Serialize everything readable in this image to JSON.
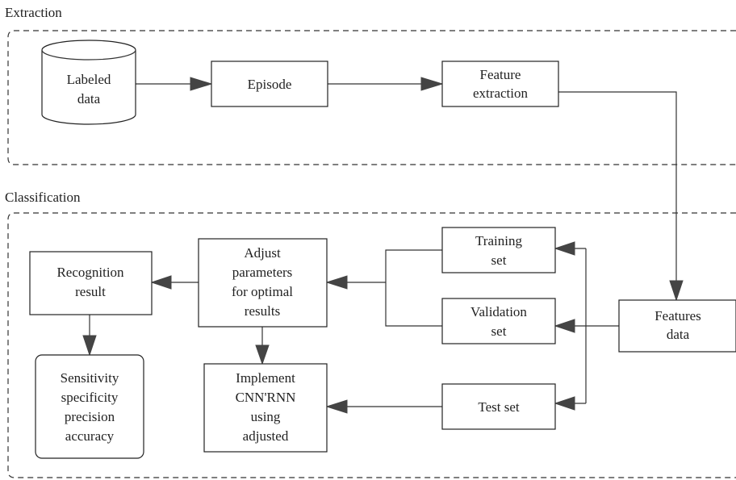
{
  "sections": {
    "extraction": "Extraction",
    "classification": "Classification"
  },
  "nodes": {
    "labeled_data": [
      "Labeled",
      "data"
    ],
    "episode": [
      "Episode"
    ],
    "feature_extraction": [
      "Feature",
      "extraction"
    ],
    "features_data": [
      "Features",
      "data"
    ],
    "training_set": [
      "Training",
      "set"
    ],
    "validation_set": [
      "Validation",
      "set"
    ],
    "test_set": [
      "Test set"
    ],
    "adjust_parameters": [
      "Adjust",
      "parameters",
      "for optimal",
      "results"
    ],
    "recognition_result": [
      "Recognition",
      "result"
    ],
    "implement_model": [
      "Implement",
      "CNN'RNN",
      "using",
      "adjusted"
    ],
    "metrics": [
      "Sensitivity",
      "specificity",
      "precision",
      "accuracy"
    ]
  },
  "edges": [
    [
      "labeled_data",
      "episode"
    ],
    [
      "episode",
      "feature_extraction"
    ],
    [
      "feature_extraction",
      "features_data"
    ],
    [
      "features_data",
      "training_set"
    ],
    [
      "features_data",
      "validation_set"
    ],
    [
      "features_data",
      "test_set"
    ],
    [
      "training_set",
      "adjust_parameters"
    ],
    [
      "validation_set",
      "adjust_parameters"
    ],
    [
      "test_set",
      "implement_model"
    ],
    [
      "adjust_parameters",
      "recognition_result"
    ],
    [
      "adjust_parameters",
      "implement_model"
    ],
    [
      "recognition_result",
      "metrics"
    ]
  ],
  "colors": {
    "line": "#333333",
    "arrowhead": "#444444",
    "text": "#222222"
  }
}
